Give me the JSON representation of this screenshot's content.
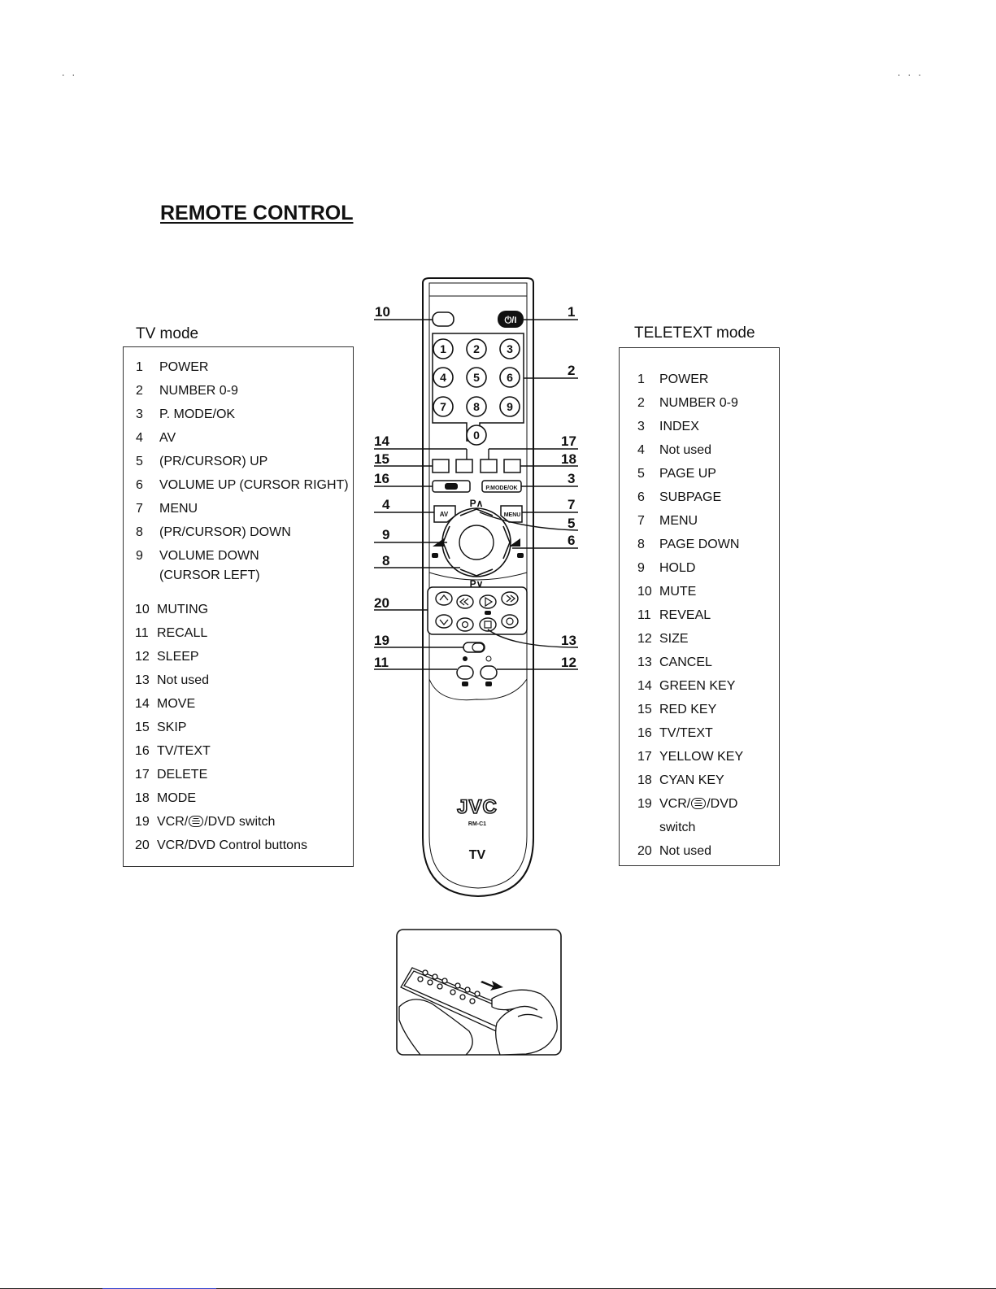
{
  "page": {
    "corner_left": ". .",
    "corner_right": ". . .",
    "title": "REMOTE CONTROL"
  },
  "tv_mode": {
    "heading": "TV mode",
    "items": [
      {
        "num": "1",
        "label": "POWER"
      },
      {
        "num": "2",
        "label": "NUMBER 0-9"
      },
      {
        "num": "3",
        "label": "P. MODE/OK"
      },
      {
        "num": "4",
        "label": "AV"
      },
      {
        "num": "5",
        "label": "(PR/CURSOR) UP"
      },
      {
        "num": "6",
        "label": "VOLUME UP (CURSOR RIGHT)"
      },
      {
        "num": "7",
        "label": "MENU"
      },
      {
        "num": "8",
        "label": "(PR/CURSOR) DOWN"
      },
      {
        "num": "9",
        "label": "VOLUME DOWN"
      },
      {
        "num": "",
        "label": "(CURSOR LEFT)"
      },
      {
        "num": "10",
        "label": "MUTING"
      },
      {
        "num": "11",
        "label": "RECALL"
      },
      {
        "num": "12",
        "label": "SLEEP"
      },
      {
        "num": "13",
        "label": "Not used"
      },
      {
        "num": "14",
        "label": "MOVE"
      },
      {
        "num": "15",
        "label": "SKIP"
      },
      {
        "num": "16",
        "label": "TV/TEXT"
      },
      {
        "num": "17",
        "label": "DELETE"
      },
      {
        "num": "18",
        "label": "MODE"
      },
      {
        "num": "19",
        "label": "VCR/",
        "suffix": "/DVD switch"
      },
      {
        "num": "20",
        "label": "VCR/DVD Control buttons"
      }
    ]
  },
  "teletext_mode": {
    "heading": "TELETEXT mode",
    "items": [
      {
        "num": "1",
        "label": "POWER"
      },
      {
        "num": "2",
        "label": "NUMBER 0-9"
      },
      {
        "num": "3",
        "label": "INDEX"
      },
      {
        "num": "4",
        "label": "Not used"
      },
      {
        "num": "5",
        "label": "PAGE UP"
      },
      {
        "num": "6",
        "label": "SUBPAGE"
      },
      {
        "num": "7",
        "label": "MENU"
      },
      {
        "num": "8",
        "label": "PAGE DOWN"
      },
      {
        "num": "9",
        "label": "HOLD"
      },
      {
        "num": "10",
        "label": "MUTE"
      },
      {
        "num": "11",
        "label": "REVEAL"
      },
      {
        "num": "12",
        "label": "SIZE"
      },
      {
        "num": "13",
        "label": "CANCEL"
      },
      {
        "num": "14",
        "label": "GREEN KEY"
      },
      {
        "num": "15",
        "label": "RED KEY"
      },
      {
        "num": "16",
        "label": "TV/TEXT"
      },
      {
        "num": "17",
        "label": "YELLOW KEY"
      },
      {
        "num": "18",
        "label": "CYAN KEY"
      },
      {
        "num": "19",
        "label": "VCR/",
        "suffix": "/DVD"
      },
      {
        "num": "",
        "label": "switch"
      },
      {
        "num": "20",
        "label": "Not used"
      }
    ]
  },
  "remote": {
    "brand": "JVC",
    "model": "RM-C1",
    "footer": "TV",
    "digits": [
      "1",
      "2",
      "3",
      "4",
      "5",
      "6",
      "7",
      "8",
      "9",
      "0"
    ],
    "power_label": "⏻/I",
    "av_label": "AV",
    "menu_label": "MENU",
    "pmode_label": "P.MODE/OK",
    "p_up": "P∧",
    "p_down": "P∨",
    "callouts": {
      "c1": "1",
      "c2": "2",
      "c3": "3",
      "c4": "4",
      "c5": "5",
      "c6": "6",
      "c7": "7",
      "c8": "8",
      "c9": "9",
      "c10": "10",
      "c11": "11",
      "c12": "12",
      "c13": "13",
      "c14": "14",
      "c15": "15",
      "c16": "16",
      "c17": "17",
      "c18": "18",
      "c19": "19",
      "c20": "20"
    }
  }
}
